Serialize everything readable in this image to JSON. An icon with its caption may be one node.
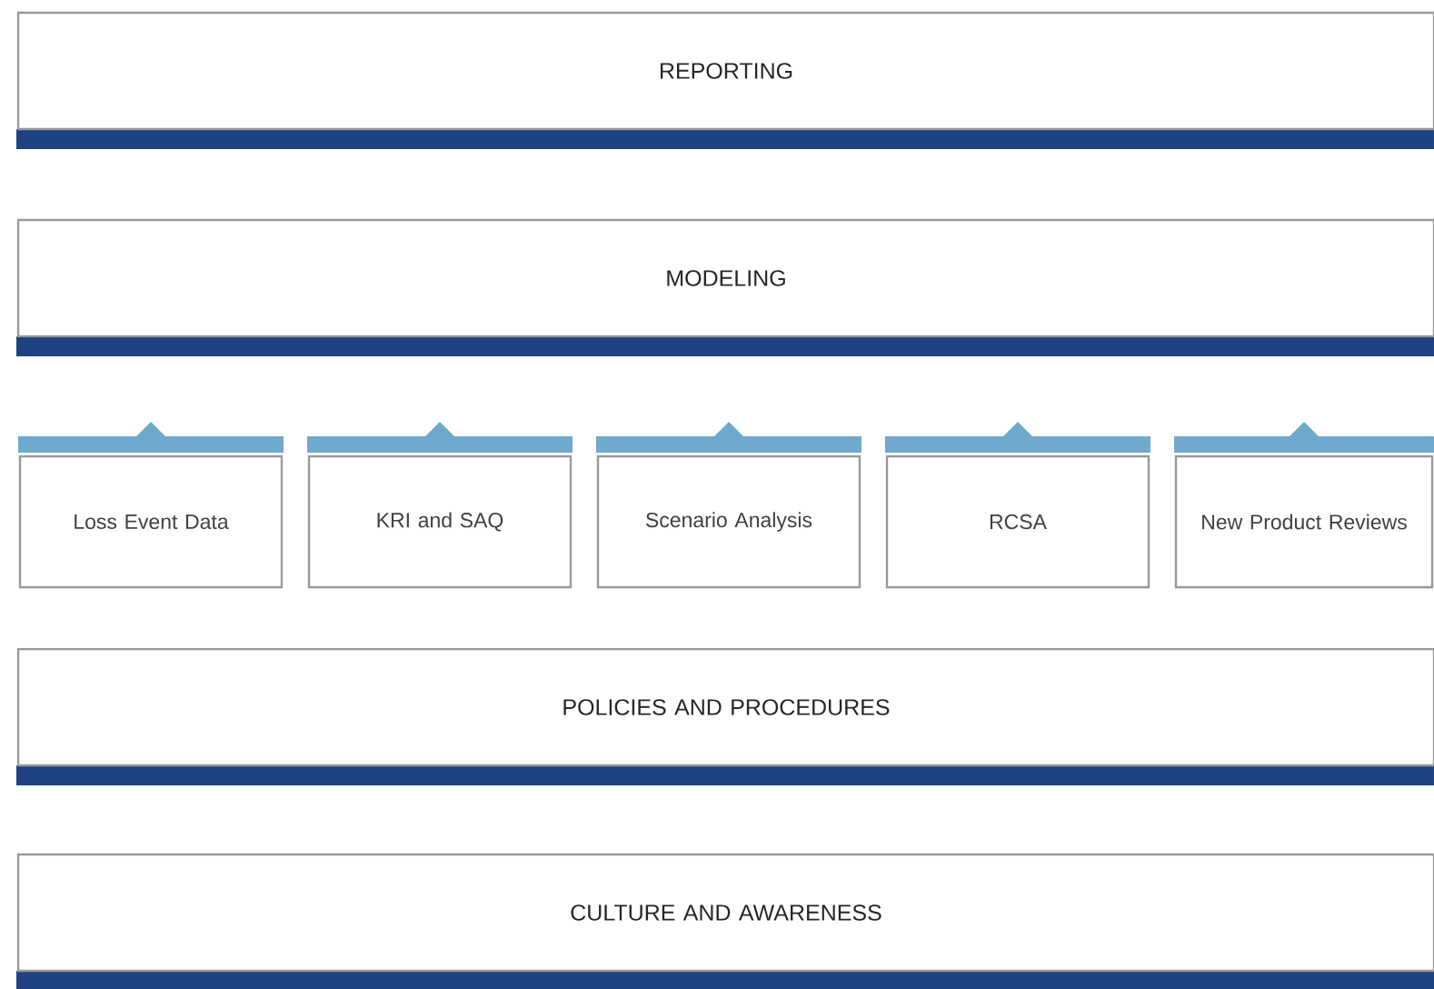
{
  "diagram": {
    "nodes": [
      {
        "text": [
          "REPORTING"
        ]
      },
      {
        "text": [
          "MODELING"
        ]
      },
      {
        "text": [
          "Loss Event Data"
        ]
      },
      {
        "text": [
          "KRI and SAQ"
        ]
      },
      {
        "text": [
          "Scenario Analysis"
        ]
      },
      {
        "text": [
          "RCSA"
        ]
      },
      {
        "text": [
          "New Product Reviews"
        ]
      },
      {
        "text": [
          "POLICIES AND PROCEDURES"
        ]
      },
      {
        "text": [
          "CULTURE AND AWARENESS"
        ]
      }
    ]
  }
}
